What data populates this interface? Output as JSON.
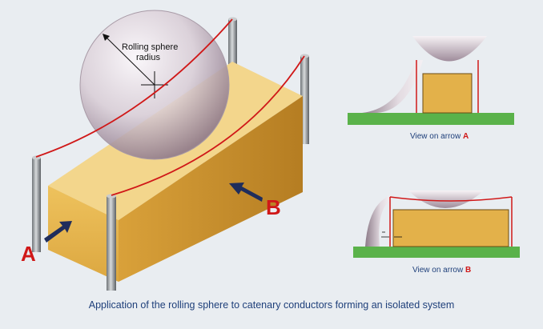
{
  "main": {
    "radius_label_line1": "Rolling sphere",
    "radius_label_line2": "radius",
    "arrow_a_letter": "A",
    "arrow_b_letter": "B"
  },
  "view_a": {
    "prefix": "View on arrow",
    "letter": "A"
  },
  "view_b": {
    "prefix": "View on arrow",
    "letter": "B"
  },
  "caption": "Application of the rolling sphere to catenary conductors forming an isolated system",
  "colors": {
    "background": "#e9edf1",
    "block_front": "#e3b14a",
    "block_top": "#f2d58a",
    "block_side": "#c78e2b",
    "ground": "#5ab24a",
    "conductor": "#d01818",
    "label_blue": "#1e3f7a"
  }
}
